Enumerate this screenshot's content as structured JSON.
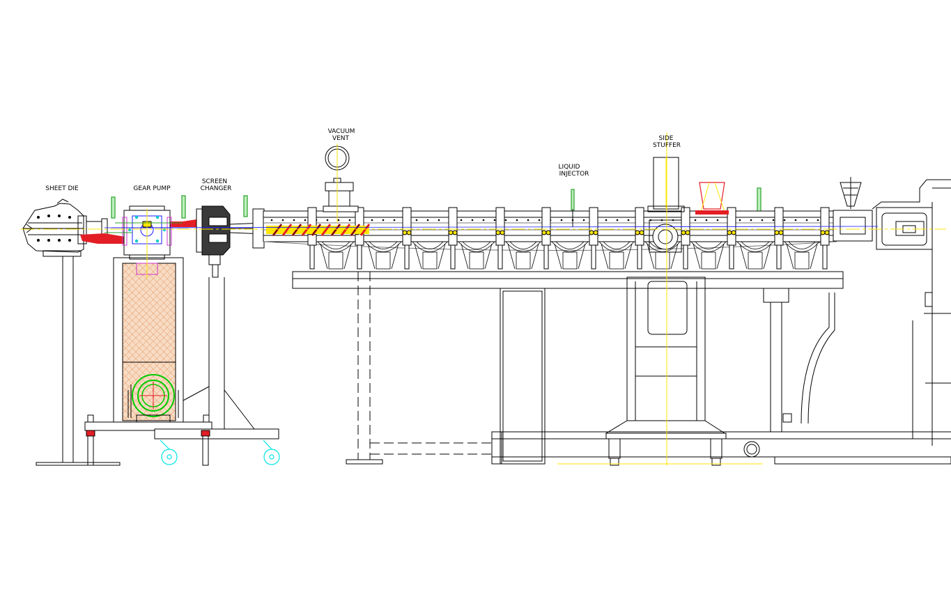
{
  "labels": {
    "sheet_die": "SHEET DIE",
    "gear_pump": "GEAR PUMP",
    "screen_changer_l1": "SCREEN",
    "screen_changer_l2": "CHANGER",
    "vacuum_vent_l1": "VACUUM",
    "vacuum_vent_l2": "VENT",
    "liquid_injector_l1": "LIQUID",
    "liquid_injector_l2": "INJECTOR",
    "side_stuffer_l1": "SIDE",
    "side_stuffer_l2": "STUFFER"
  },
  "colors": {
    "line": "#000000",
    "melt": "#e31e24",
    "centerline": "#ffe600",
    "axis_blue": "#1a1aff",
    "thermocouple": "#2aa02a",
    "caster": "#00e5e5",
    "motor": "#00cc00",
    "magenta": "#cc33cc",
    "guard_fill": "#f7dcc4",
    "guard_hatch": "#e8a070"
  }
}
